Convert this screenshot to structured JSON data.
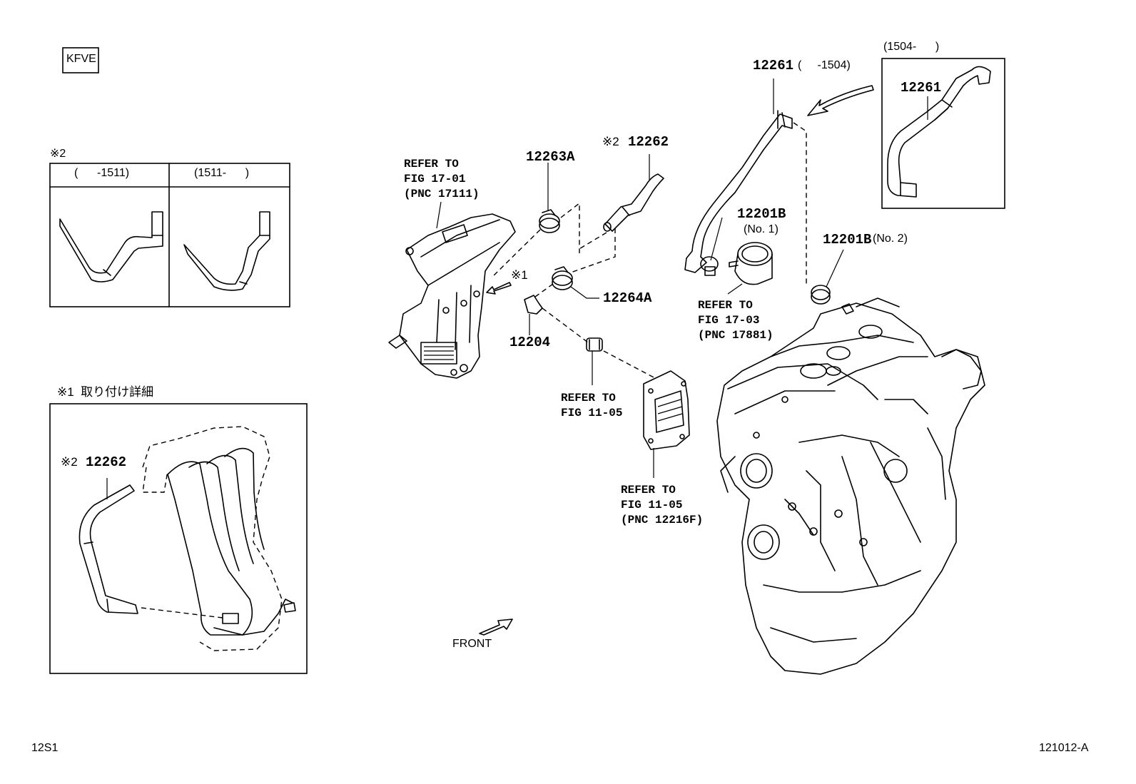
{
  "engine_code": "KFVE",
  "note2": {
    "mark": "※2",
    "col_left": "(      -1511)",
    "col_right": "(1511-      )"
  },
  "note1": {
    "title": "※1  取り付け詳細",
    "part_mark": "※2",
    "part_no": "12262"
  },
  "parts": {
    "p12263a": "12263A",
    "p12262_mark": "※2",
    "p12262": "12262",
    "p12264a": "12264A",
    "p12204": "12204",
    "p12261": "12261",
    "p12261_range": "(     -1504)",
    "p12201b_1": "12201B",
    "p12201b_1_sub": "(No. 1)",
    "p12201b_2": "12201B",
    "p12201b_2_sub": "(No. 2)",
    "x1_mark": "※1"
  },
  "refs": {
    "ref_17111": "REFER TO\nFIG 17-01\n(PNC 17111)",
    "ref_17881": "REFER TO\nFIG 17-03\n(PNC 17881)",
    "ref_1105a": "REFER TO\nFIG 11-05",
    "ref_12216f": "REFER TO\nFIG 11-05\n(PNC 12216F)"
  },
  "inset": {
    "range": "(1504-      )",
    "part_no": "12261"
  },
  "front_label": "FRONT",
  "footer": {
    "left_code": "12S1",
    "right_code": "121012-A"
  }
}
